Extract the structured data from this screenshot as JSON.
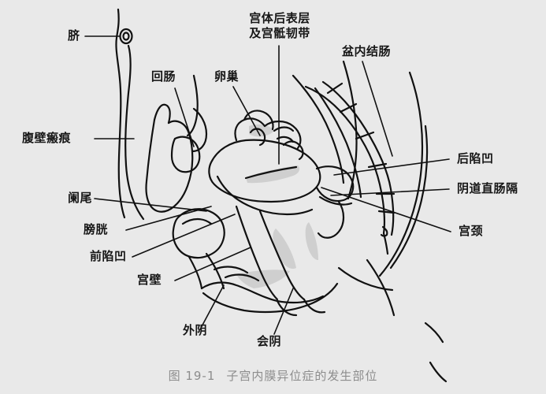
{
  "figure": {
    "background_color": "#e9e9e9",
    "line_color": "#111111",
    "shade_color": "#c9c9c9",
    "caption_color": "#8d8d8d",
    "caption_number": "图 19-1",
    "caption_text": "子宫内膜异位症的发生部位"
  },
  "labels": [
    {
      "id": "navel",
      "text": "脐"
    },
    {
      "id": "ileum",
      "text": "回肠"
    },
    {
      "id": "uterine-posterior-serosa",
      "line1": "宫体后表层",
      "line2": "及宫骶韧带"
    },
    {
      "id": "ovary",
      "text": "卵巢"
    },
    {
      "id": "pelvic-colon",
      "text": "盆内结肠"
    },
    {
      "id": "abdominal-scar",
      "text": "腹壁瘢痕"
    },
    {
      "id": "posterior-cul-de-sac",
      "text": "后陷凹"
    },
    {
      "id": "rectovaginal-septum",
      "text": "阴道直肠隔"
    },
    {
      "id": "appendix",
      "text": "阑尾"
    },
    {
      "id": "bladder",
      "text": "膀胱"
    },
    {
      "id": "cervix",
      "text": "宫颈"
    },
    {
      "id": "anterior-cul-de-sac",
      "text": "前陷凹"
    },
    {
      "id": "uterine-wall",
      "text": "宫壁"
    },
    {
      "id": "vulva",
      "text": "外阴"
    },
    {
      "id": "perineum",
      "text": "会阴"
    }
  ]
}
